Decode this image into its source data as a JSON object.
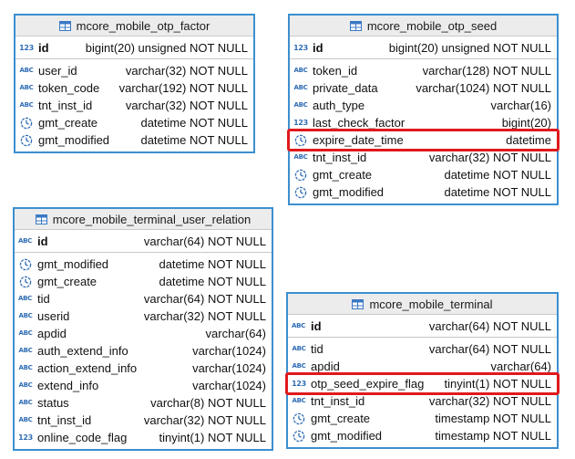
{
  "tables": [
    {
      "id": "otp-factor",
      "title": "mcore_mobile_otp_factor",
      "pk": {
        "icon": "numeric-icon",
        "name": "id",
        "type": "bigint(20) unsigned NOT NULL"
      },
      "columns": [
        {
          "icon": "text-icon",
          "name": "user_id",
          "type": "varchar(32) NOT NULL"
        },
        {
          "icon": "text-icon",
          "name": "token_code",
          "type": "varchar(192) NOT NULL"
        },
        {
          "icon": "text-icon",
          "name": "tnt_inst_id",
          "type": "varchar(32) NOT NULL"
        },
        {
          "icon": "clock-icon",
          "name": "gmt_create",
          "type": "datetime NOT NULL"
        },
        {
          "icon": "clock-icon",
          "name": "gmt_modified",
          "type": "datetime NOT NULL"
        }
      ]
    },
    {
      "id": "otp-seed",
      "title": "mcore_mobile_otp_seed",
      "pk": {
        "icon": "numeric-icon",
        "name": "id",
        "type": "bigint(20) unsigned NOT NULL"
      },
      "columns": [
        {
          "icon": "text-icon",
          "name": "token_id",
          "type": "varchar(128) NOT NULL"
        },
        {
          "icon": "text-icon",
          "name": "private_data",
          "type": "varchar(1024) NOT NULL"
        },
        {
          "icon": "text-icon",
          "name": "auth_type",
          "type": "varchar(16)"
        },
        {
          "icon": "numeric-icon",
          "name": "last_check_factor",
          "type": "bigint(20)"
        },
        {
          "icon": "clock-icon",
          "name": "expire_date_time",
          "type": "datetime"
        },
        {
          "icon": "text-icon",
          "name": "tnt_inst_id",
          "type": "varchar(32) NOT NULL"
        },
        {
          "icon": "clock-icon",
          "name": "gmt_create",
          "type": "datetime NOT NULL"
        },
        {
          "icon": "clock-icon",
          "name": "gmt_modified",
          "type": "datetime NOT NULL"
        }
      ]
    },
    {
      "id": "terminal-user-relation",
      "title": "mcore_mobile_terminal_user_relation",
      "pk": {
        "icon": "text-key-icon",
        "name": "id",
        "type": "varchar(64) NOT NULL"
      },
      "columns": [
        {
          "icon": "clock-icon",
          "name": "gmt_modified",
          "type": "datetime NOT NULL"
        },
        {
          "icon": "clock-icon",
          "name": "gmt_create",
          "type": "datetime NOT NULL"
        },
        {
          "icon": "text-key-icon",
          "name": "tid",
          "type": "varchar(64) NOT NULL"
        },
        {
          "icon": "text-icon",
          "name": "userid",
          "type": "varchar(32) NOT NULL"
        },
        {
          "icon": "text-icon",
          "name": "apdid",
          "type": "varchar(64)"
        },
        {
          "icon": "text-icon",
          "name": "auth_extend_info",
          "type": "varchar(1024)"
        },
        {
          "icon": "text-icon",
          "name": "action_extend_info",
          "type": "varchar(1024)"
        },
        {
          "icon": "text-icon",
          "name": "extend_info",
          "type": "varchar(1024)"
        },
        {
          "icon": "text-icon",
          "name": "status",
          "type": "varchar(8) NOT NULL"
        },
        {
          "icon": "text-icon",
          "name": "tnt_inst_id",
          "type": "varchar(32) NOT NULL"
        },
        {
          "icon": "numeric-icon",
          "name": "online_code_flag",
          "type": "tinyint(1) NOT NULL"
        }
      ]
    },
    {
      "id": "terminal",
      "title": "mcore_mobile_terminal",
      "pk": {
        "icon": "text-key-icon",
        "name": "id",
        "type": "varchar(64) NOT NULL"
      },
      "columns": [
        {
          "icon": "text-icon",
          "name": "tid",
          "type": "varchar(64) NOT NULL"
        },
        {
          "icon": "text-icon",
          "name": "apdid",
          "type": "varchar(64)"
        },
        {
          "icon": "numeric-icon",
          "name": "otp_seed_expire_flag",
          "type": "tinyint(1) NOT NULL"
        },
        {
          "icon": "text-icon",
          "name": "tnt_inst_id",
          "type": "varchar(32) NOT NULL"
        },
        {
          "icon": "clock-icon",
          "name": "gmt_create",
          "type": "timestamp NOT NULL"
        },
        {
          "icon": "clock-icon",
          "name": "gmt_modified",
          "type": "timestamp NOT NULL"
        }
      ]
    }
  ],
  "highlights": [
    {
      "table": "otp-seed",
      "column": "expire_date_time"
    },
    {
      "table": "terminal",
      "column": "otp_seed_expire_flag"
    }
  ],
  "colors": {
    "border": "#3b8fd0",
    "icon": "#2f6db5",
    "highlight": "#e0191c",
    "header_bg": "#ececec"
  },
  "icon_glyphs": {
    "numeric": "123",
    "text": "ABC"
  }
}
